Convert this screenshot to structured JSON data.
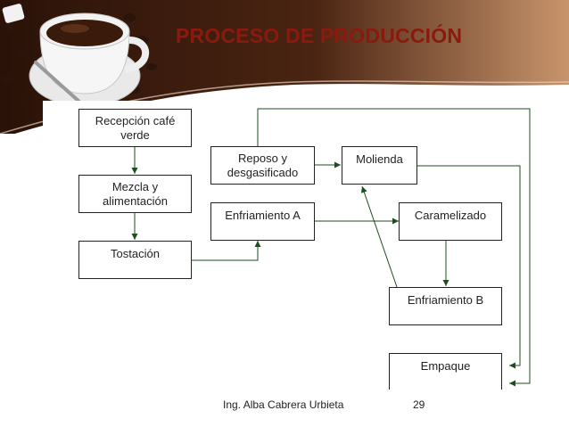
{
  "slide": {
    "title": "PROCESO DE PRODUCCIÓN",
    "author": "Ing. Alba Cabrera Urbieta",
    "page_number": "29"
  },
  "colors": {
    "title": "#8b1a0e",
    "band_dark": "#3b1c0d",
    "band_light": "#c08a62",
    "line": "#1e4d1e"
  },
  "icons": {
    "header_image": "coffee-cup-icon"
  },
  "diagram": {
    "nodes": {
      "recepcion": "Recepción café\nverde",
      "mezcla": "Mezcla y\nalimentación",
      "tostacion": "Tostación",
      "reposo": "Reposo y\ndesgasificado",
      "enfriamiento_a": "Enfriamiento A",
      "molienda": "Molienda",
      "caramelizado": "Caramelizado",
      "enfriamiento_b": "Enfriamiento B",
      "empaque": "Empaque"
    }
  }
}
